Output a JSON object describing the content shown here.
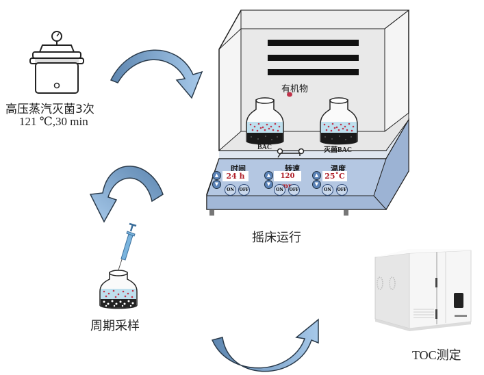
{
  "title": "BAC organic matter removal experiment workflow",
  "colors": {
    "arrow_fill": "#7ea6cf",
    "arrow_dark": "#5d86b0",
    "shaker_base": "#a9bfdc",
    "liquid": "#bfe0ee",
    "organic_particle": "#c0334a",
    "display_text": "#b0202a",
    "button_fill": "#5b83b8"
  },
  "steps": {
    "sterilize": {
      "line1": "高压蒸汽灭菌3次",
      "line2": "121 ℃,30 min"
    },
    "shaker": {
      "caption": "摇床运行",
      "legend_label": "有机物",
      "jar_left_label": "BAC",
      "jar_right_label": "灭菌BAC",
      "controls": [
        {
          "name": "时间",
          "value": "24 h",
          "on_label": "ON",
          "off_label": "OFF"
        },
        {
          "name": "转速",
          "value": "120 rpm",
          "on_label": "ON",
          "off_label": "OFF"
        },
        {
          "name": "温度",
          "value": "25˚C",
          "on_label": "ON",
          "off_label": "OFF"
        }
      ]
    },
    "sampling": {
      "caption": "周期采样"
    },
    "toc": {
      "caption": "TOC测定"
    }
  }
}
